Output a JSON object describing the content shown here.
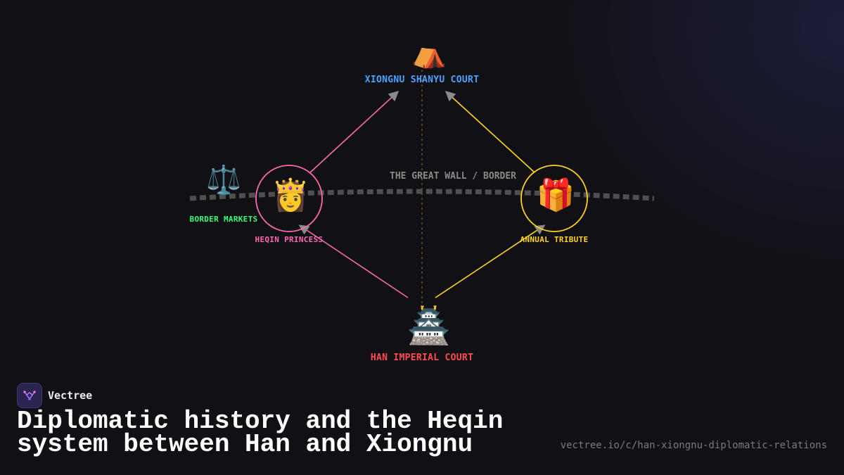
{
  "diagram": {
    "wall_label": "THE GREAT WALL / BORDER",
    "nodes": {
      "xiongnu": {
        "label": "XIONGNU SHANYU COURT",
        "icon": "tent-icon",
        "color": "#4da3ff"
      },
      "han": {
        "label": "HAN IMPERIAL COURT",
        "icon": "castle-icon",
        "color": "#ff4d4d"
      },
      "princess": {
        "label": "HEQIN PRINCESS",
        "icon": "princess-icon",
        "color": "#ff69b4"
      },
      "tribute": {
        "label": "ANNUAL TRIBUTE",
        "icon": "gift-icon",
        "color": "#ffd21f"
      },
      "markets": {
        "label": "BORDER MARKETS",
        "icon": "scales-icon",
        "color": "#33ff77"
      }
    }
  },
  "footer": {
    "brand": "Vectree",
    "title": "Diplomatic history and the Heqin system between Han and Xiongnu",
    "url": "vectree.io/c/han-xiongnu-diplomatic-relations"
  }
}
